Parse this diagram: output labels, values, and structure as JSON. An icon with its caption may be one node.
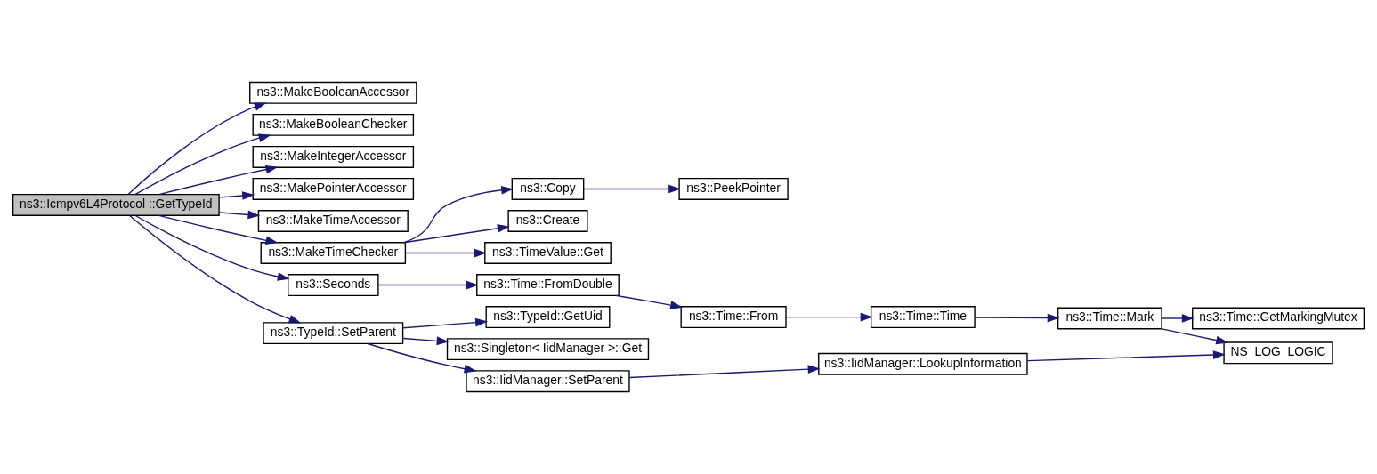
{
  "diagram": {
    "nodes": [
      {
        "text": [
          "ns3::Icmpv6L4Protocol ::GetTypeId"
        ]
      },
      {
        "text": [
          "ns3::MakeBooleanAccessor"
        ]
      },
      {
        "text": [
          "ns3::MakeBooleanChecker"
        ]
      },
      {
        "text": [
          "ns3::MakeIntegerAccessor"
        ]
      },
      {
        "text": [
          "ns3::MakePointerAccessor"
        ]
      },
      {
        "text": [
          "ns3::MakeTimeAccessor"
        ]
      },
      {
        "text": [
          "ns3::MakeTimeChecker"
        ]
      },
      {
        "text": [
          "ns3::Seconds"
        ]
      },
      {
        "text": [
          "ns3::TypeId::SetParent"
        ]
      },
      {
        "text": [
          "ns3::Copy"
        ]
      },
      {
        "text": [
          "ns3::PeekPointer"
        ]
      },
      {
        "text": [
          "ns3::Create"
        ]
      },
      {
        "text": [
          "ns3::TimeValue::Get"
        ]
      },
      {
        "text": [
          "ns3::Time::FromDouble"
        ]
      },
      {
        "text": [
          "ns3::Time::From"
        ]
      },
      {
        "text": [
          "ns3::Time::Time"
        ]
      },
      {
        "text": [
          "ns3::Time::Mark"
        ]
      },
      {
        "text": [
          "ns3::Time::GetMarkingMutex"
        ]
      },
      {
        "text": [
          "NS_LOG_LOGIC"
        ]
      },
      {
        "text": [
          "ns3::TypeId::GetUid"
        ]
      },
      {
        "text": [
          "ns3::Singleton< IidManager >::Get"
        ]
      },
      {
        "text": [
          "ns3::IidManager::SetParent"
        ]
      },
      {
        "text": [
          "ns3::IidManager::LookupInformation"
        ]
      }
    ],
    "edges": [
      {
        "from": 0,
        "to": 1,
        "arrow": "to"
      },
      {
        "from": 0,
        "to": 2,
        "arrow": "to"
      },
      {
        "from": 0,
        "to": 3,
        "arrow": "to"
      },
      {
        "from": 0,
        "to": 4,
        "arrow": "to"
      },
      {
        "from": 0,
        "to": 5,
        "arrow": "to"
      },
      {
        "from": 0,
        "to": 6,
        "arrow": "to"
      },
      {
        "from": 0,
        "to": 7,
        "arrow": "to"
      },
      {
        "from": 0,
        "to": 8,
        "arrow": "to"
      },
      {
        "from": 6,
        "to": 9,
        "arrow": "to"
      },
      {
        "from": 6,
        "to": 11,
        "arrow": "to"
      },
      {
        "from": 6,
        "to": 12,
        "arrow": "to"
      },
      {
        "from": 9,
        "to": 10,
        "arrow": "to"
      },
      {
        "from": 7,
        "to": 13,
        "arrow": "to"
      },
      {
        "from": 13,
        "to": 14,
        "arrow": "to"
      },
      {
        "from": 14,
        "to": 15,
        "arrow": "to"
      },
      {
        "from": 15,
        "to": 16,
        "arrow": "to"
      },
      {
        "from": 16,
        "to": 17,
        "arrow": "to"
      },
      {
        "from": 16,
        "to": 18,
        "arrow": "to"
      },
      {
        "from": 8,
        "to": 19,
        "arrow": "to"
      },
      {
        "from": 8,
        "to": 20,
        "arrow": "to"
      },
      {
        "from": 8,
        "to": 21,
        "arrow": "to"
      },
      {
        "from": 21,
        "to": 22,
        "arrow": "to"
      },
      {
        "from": 22,
        "to": 18,
        "arrow": "to"
      }
    ]
  }
}
